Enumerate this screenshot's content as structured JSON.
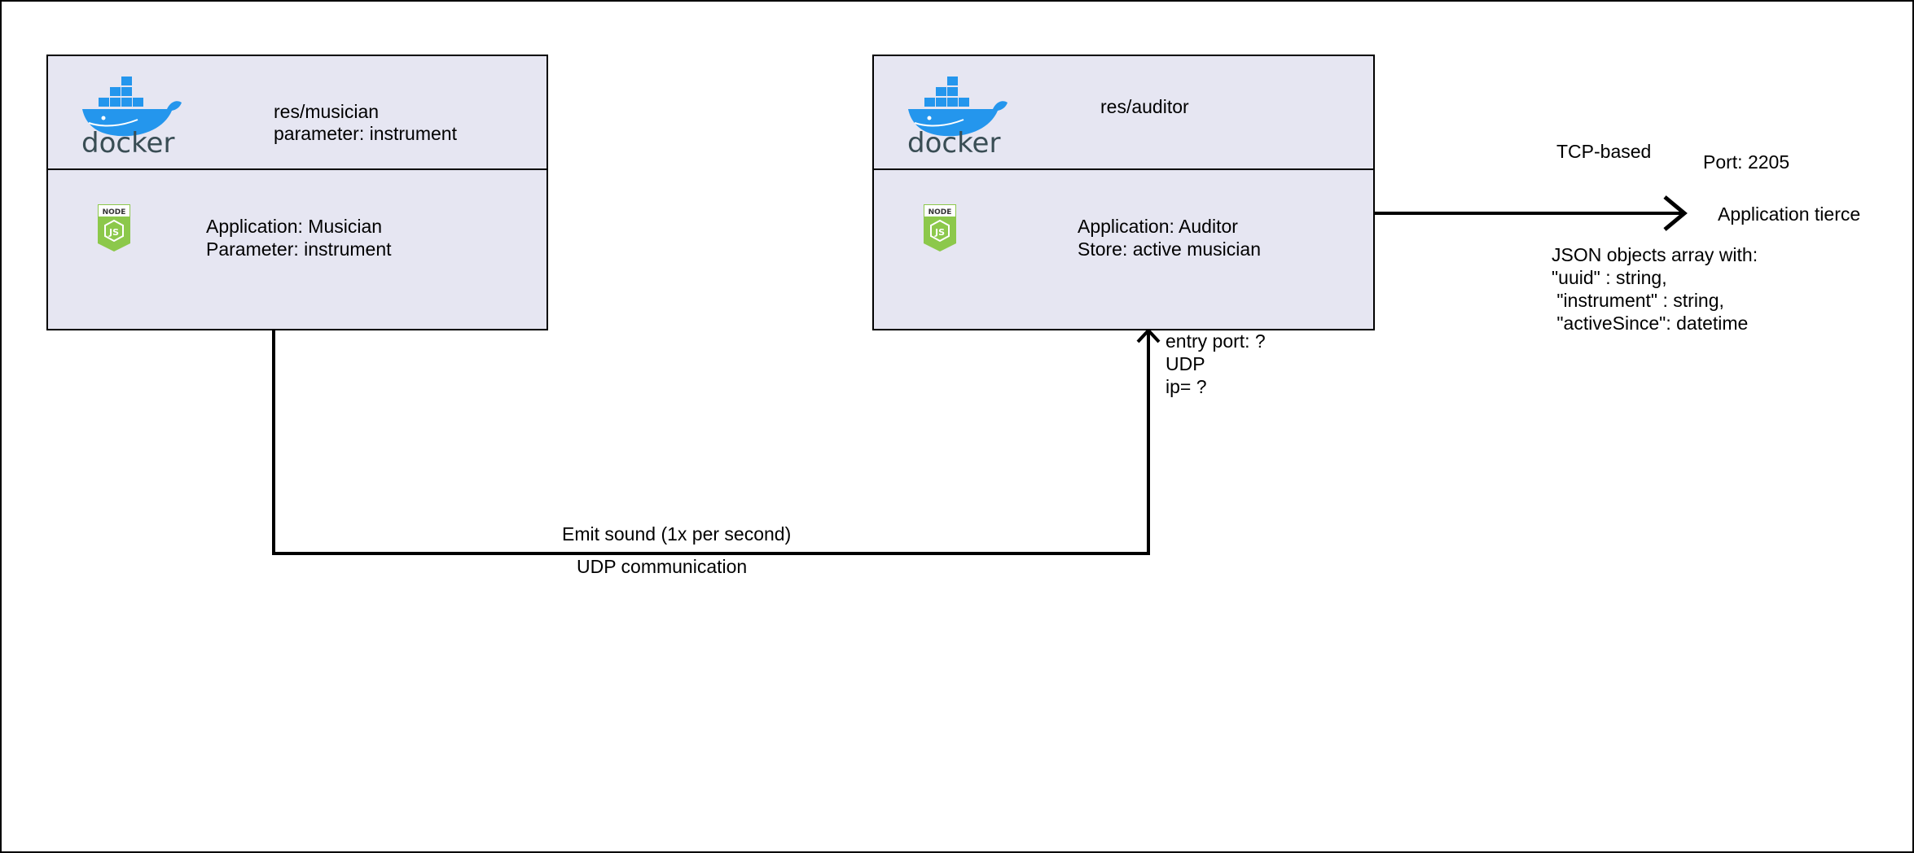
{
  "colors": {
    "box_fill": "#e6e6f2",
    "stroke": "#000000",
    "docker_blue": "#2496ed",
    "docker_text": "#394d54",
    "node_green": "#8cc84b"
  },
  "icons": {
    "docker": "docker-icon",
    "node": "nodejs-icon"
  },
  "musician": {
    "image_label": "res/musician",
    "image_param": "parameter: instrument",
    "app_label": "Application: Musician",
    "app_param": "Parameter: instrument",
    "docker_wordmark": "docker",
    "node_badge": "NODE"
  },
  "auditor": {
    "image_label": "res/auditor",
    "app_label": "Application: Auditor",
    "app_store": "Store: active musician",
    "docker_wordmark": "docker",
    "node_badge": "NODE"
  },
  "udp_link": {
    "label": "Emit sound (1x per second)",
    "sublabel": "UDP communication"
  },
  "entry": {
    "port": "entry port: ?",
    "protocol": "UDP",
    "ip": "ip= ?"
  },
  "tcp_link": {
    "protocol": "TCP-based",
    "port": "Port: 2205",
    "target": "Application tierce",
    "payload_title": "JSON objects array with:",
    "payload_uuid": "\"uuid\" : string,",
    "payload_instrument": " \"instrument\" : string,",
    "payload_active": " \"activeSince\": datetime"
  }
}
